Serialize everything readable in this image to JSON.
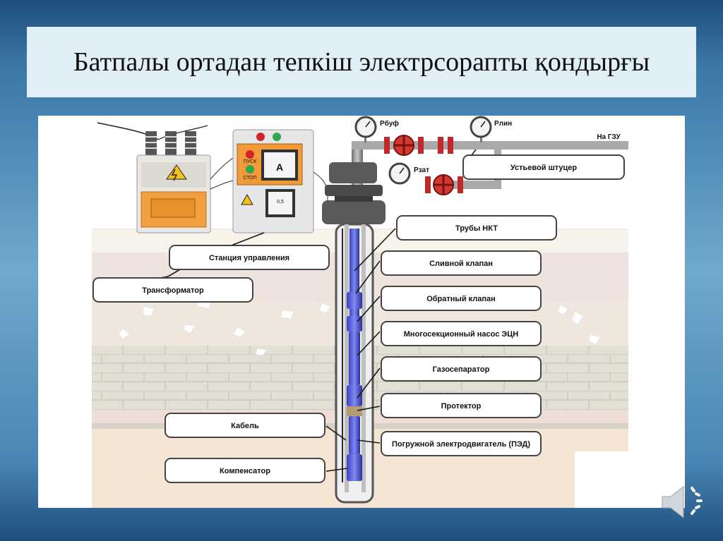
{
  "slide": {
    "title": "Батпалы ортадан тепкіш электрсорапты қондырғы"
  },
  "diagram": {
    "callouts": {
      "station": "Станция управления",
      "transformer": "Трансформатор",
      "tubes": "Трубы НКТ",
      "drain_valve": "Сливной клапан",
      "check_valve": "Обратный клапан",
      "pump": "Многосекционный насос ЭЦН",
      "gas_separator": "Газосепаратор",
      "protector": "Протектор",
      "motor": "Погружной электродвигатель (ПЭД)",
      "cable": "Кабель",
      "compensator": "Компенсатор",
      "choke": "Устьевой штуцер"
    },
    "gauges": {
      "p_buf": "Рбуф",
      "p_lin": "Рлин",
      "p_zat": "Рзат"
    },
    "flow_label": "На ГЗУ",
    "control_panel": {
      "start_label": "ПУСК",
      "stop_label": "СТОП",
      "ammeter_unit": "А",
      "meter_value": "0,5"
    }
  },
  "colors": {
    "background": "#3a77a8",
    "title_box": "#dfeff5",
    "pump_blue": "#3b45c8",
    "valve_red": "#c0282a",
    "pipe_gray": "#a9a9a9"
  },
  "icons": {
    "audio": "speaker-icon"
  }
}
